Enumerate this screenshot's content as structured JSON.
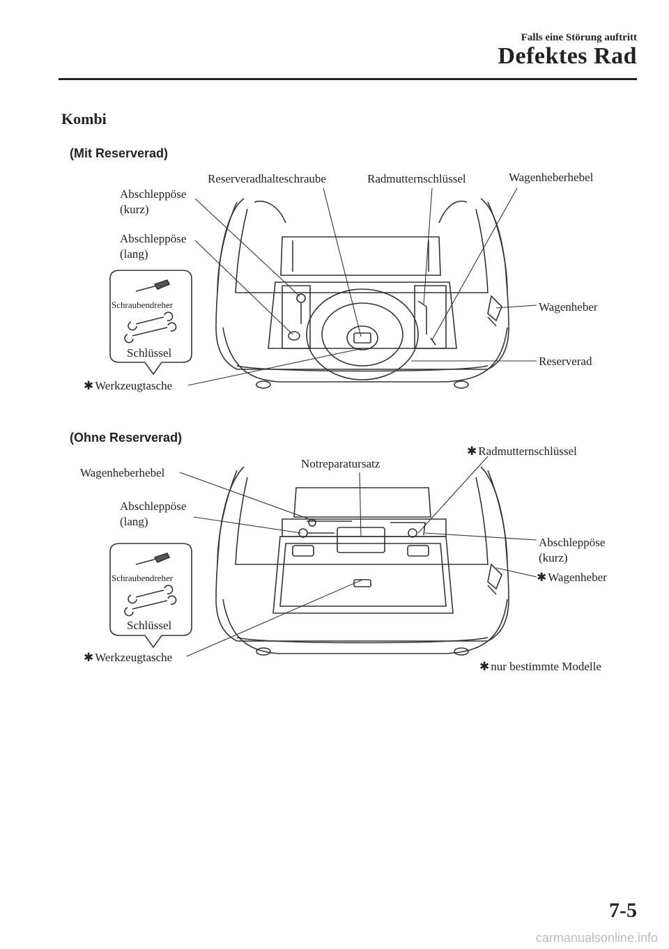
{
  "header": {
    "section": "Falls eine Störung auftritt",
    "title": "Defektes Rad"
  },
  "subtitle": "Kombi",
  "diagram_with_spare": {
    "heading": "(Mit Reserverad)",
    "labels": {
      "tow_hook_short": [
        "Abschleppöse",
        "(kurz)"
      ],
      "tow_hook_long": [
        "Abschleppöse",
        "(lang)"
      ],
      "spare_bolt": "Reserveradhalteschraube",
      "lug_wrench": "Radmutternschlüssel",
      "jack_handle": "Wagenheberhebel",
      "jack": "Wagenheber",
      "spare_tire": "Reserverad",
      "tool_bag": "Werkzeugtasche",
      "screwdriver": "Schraubendreher",
      "wrench": "Schlüssel"
    }
  },
  "diagram_without_spare": {
    "heading": "(Ohne Reserverad)",
    "labels": {
      "jack_handle": "Wagenheberhebel",
      "repair_kit": "Notreparatursatz",
      "lug_wrench": "Radmutternschlüssel",
      "tow_hook_long": [
        "Abschleppöse",
        "(lang)"
      ],
      "tow_hook_short": [
        "Abschleppöse",
        "(kurz)"
      ],
      "jack": "Wagenheber",
      "tool_bag": "Werkzeugtasche",
      "screwdriver": "Schraubendreher",
      "wrench": "Schlüssel",
      "note": "nur bestimmte Modelle"
    }
  },
  "footer": {
    "page_number": "7-5",
    "watermark": "carmanualsonline.info"
  }
}
